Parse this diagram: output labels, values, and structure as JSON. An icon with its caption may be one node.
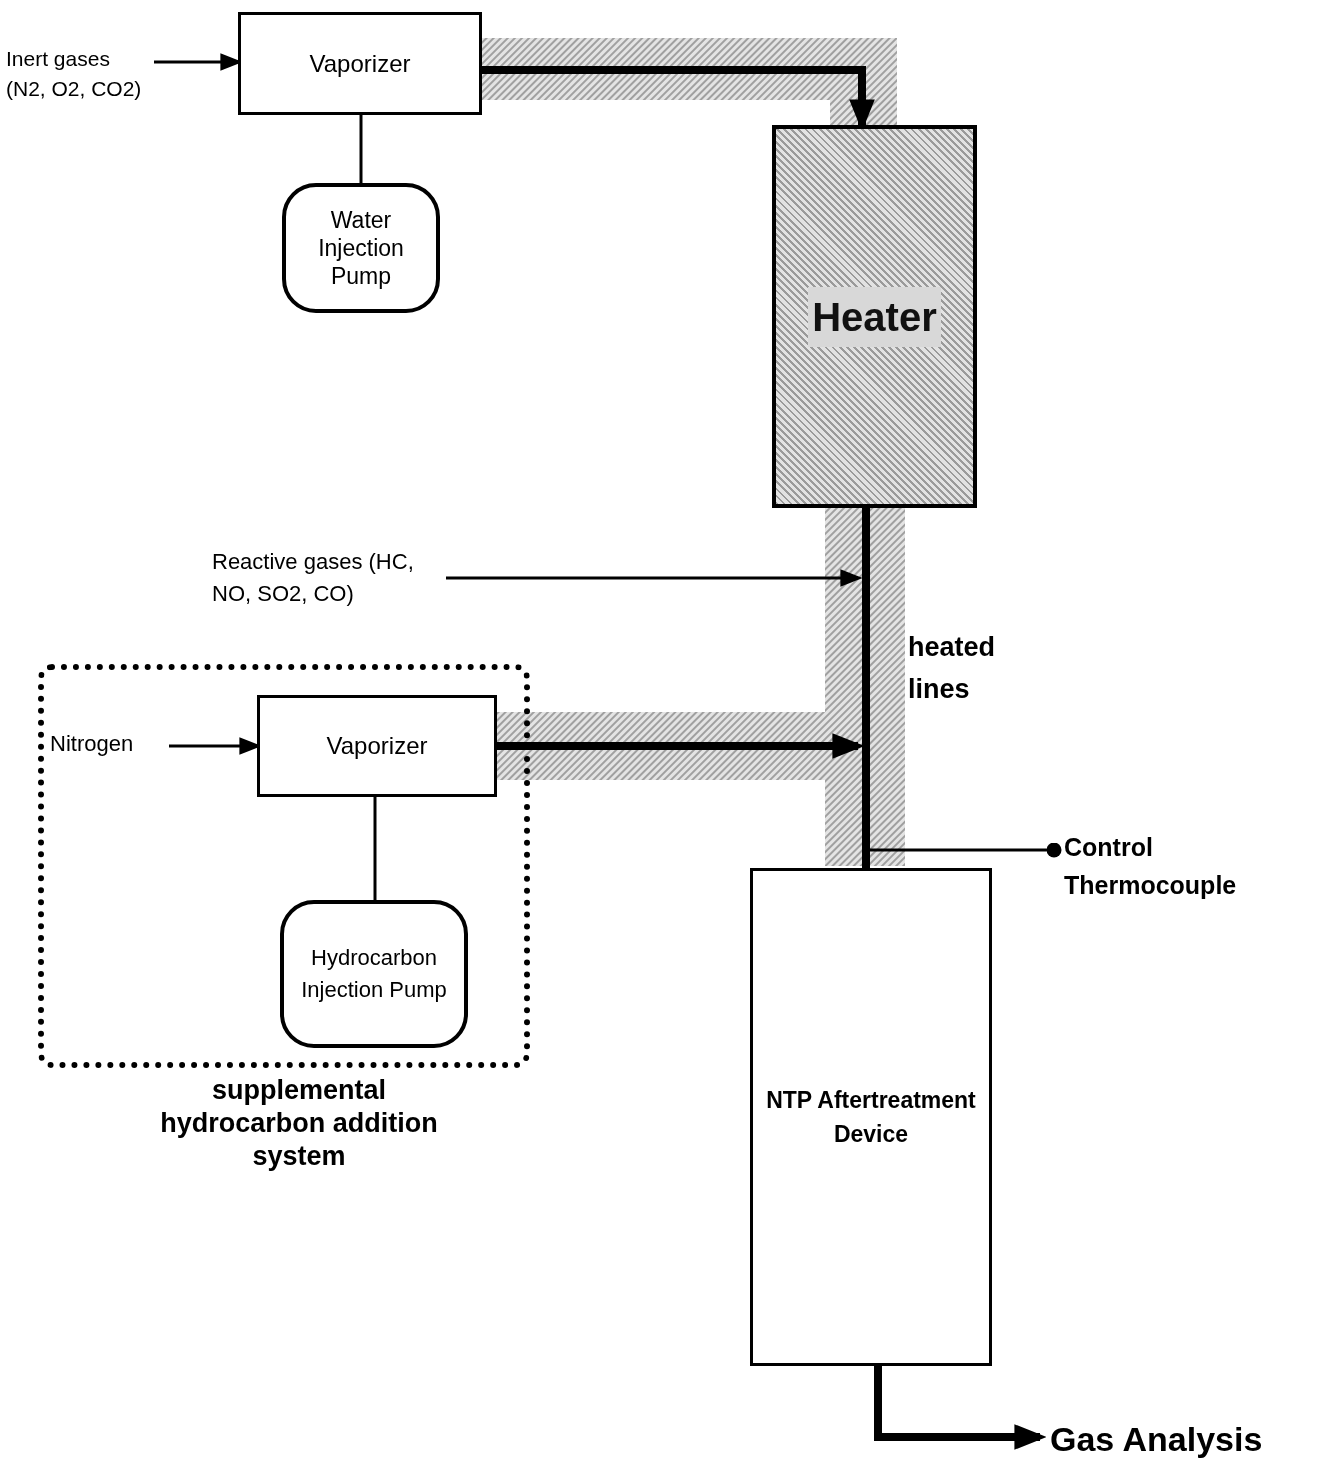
{
  "diagram": {
    "nodes": [
      {
        "text": [
          "Inert gases (N2, O2, CO2)"
        ]
      },
      {
        "text": [
          "Vaporizer"
        ]
      },
      {
        "text": [
          "Water Injection Pump"
        ]
      },
      {
        "text": [
          "Heater"
        ]
      },
      {
        "text": [
          "Reactive gases (HC, NO, SO2, CO)"
        ]
      },
      {
        "text": [
          "supplemental hydrocarbon addition system"
        ]
      },
      {
        "text": [
          "Nitrogen"
        ],
        "in": 5
      },
      {
        "text": [
          "Vaporizer"
        ],
        "in": 5
      },
      {
        "text": [
          "Hydrocarbon Injection Pump"
        ],
        "in": 5
      },
      {
        "text": [
          "NTP Aftertreatment Device"
        ]
      },
      {
        "text": [
          "Control Thermocouple"
        ]
      },
      {
        "text": [
          "Gas Analysis"
        ]
      }
    ],
    "edges": [
      {
        "from": 0,
        "to": 1,
        "arrow": "to"
      },
      {
        "from": 1,
        "to": 2,
        "arrow": "none"
      },
      {
        "from": 1,
        "to": 3,
        "arrow": "to",
        "style": "thick"
      },
      {
        "from": 3,
        "to": 9,
        "arrow": "none",
        "style": "thick"
      },
      {
        "from": 4,
        "to": null,
        "arrow": "to"
      },
      {
        "from": 6,
        "to": 7,
        "arrow": "to"
      },
      {
        "from": 7,
        "to": 8,
        "arrow": "none"
      },
      {
        "from": 7,
        "to": null,
        "arrow": "to",
        "style": "thick"
      },
      {
        "from": 9,
        "to": 10,
        "arrow": "other"
      },
      {
        "from": 9,
        "to": 11,
        "arrow": "to",
        "style": "thick"
      }
    ],
    "labels": [
      "heated lines"
    ]
  }
}
